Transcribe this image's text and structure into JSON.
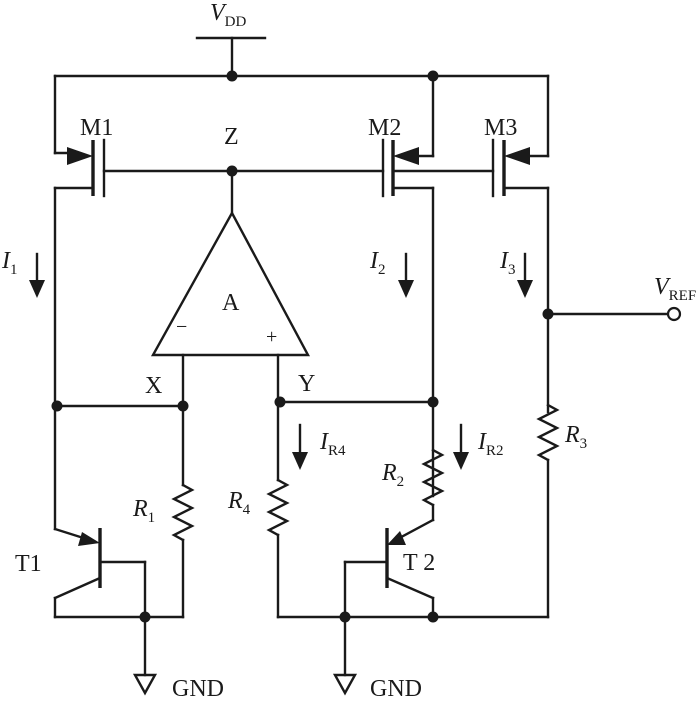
{
  "supply": {
    "v": "V",
    "sub": "DD"
  },
  "output": {
    "v": "V",
    "sub": "REF"
  },
  "transistors": {
    "m1": "M1",
    "m2": "M2",
    "m3": "M3",
    "t1": "T1",
    "t2": "T 2"
  },
  "nodes": {
    "z": "Z",
    "x": "X",
    "y": "Y"
  },
  "opamp": {
    "name": "A",
    "minus": "−",
    "plus": "+"
  },
  "currents": {
    "i1": {
      "main": "I",
      "sub": "1"
    },
    "i2": {
      "main": "I",
      "sub": "2"
    },
    "i3": {
      "main": "I",
      "sub": "3"
    },
    "ir4": {
      "main": "I",
      "sub": "R4"
    },
    "ir2": {
      "main": "I",
      "sub": "R2"
    }
  },
  "resistors": {
    "r1": {
      "main": "R",
      "sub": "1"
    },
    "r2": {
      "main": "R",
      "sub": "2"
    },
    "r3": {
      "main": "R",
      "sub": "3"
    },
    "r4": {
      "main": "R",
      "sub": "4"
    }
  },
  "grounds": {
    "g1": "GND",
    "g2": "GND"
  }
}
